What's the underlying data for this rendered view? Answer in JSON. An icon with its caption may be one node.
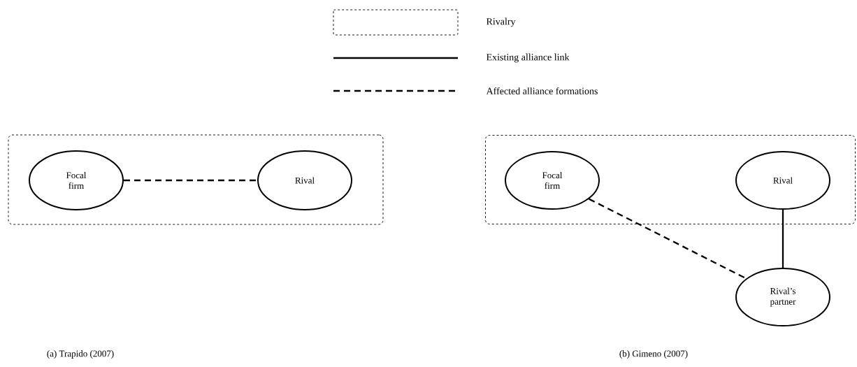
{
  "diagram": {
    "nodes": [
      {
        "text": [],
        "shape": "box"
      },
      {
        "text": [
          "Focal firm"
        ],
        "in": 0
      },
      {
        "text": [
          "Rival"
        ],
        "in": 0
      },
      {
        "text": [],
        "shape": "box"
      },
      {
        "text": [
          "Focal firm"
        ],
        "in": 3
      },
      {
        "text": [
          "Rival"
        ],
        "in": 3
      },
      {
        "text": [
          "Rival’s partner"
        ]
      }
    ],
    "edges": [
      {
        "from": 1,
        "to": 2,
        "arrow": "none",
        "style": "dashed"
      },
      {
        "from": 4,
        "to": 6,
        "arrow": "none",
        "style": "dashed"
      },
      {
        "from": 5,
        "to": 6,
        "arrow": "none"
      }
    ],
    "labels": [
      "(a) Trapido (2007)",
      "(b) Gimeno (2007)"
    ],
    "legend": [
      {
        "text": "Rivalry"
      },
      {
        "text": "Existing alliance link"
      },
      {
        "text": "Affected alliance formations"
      }
    ]
  }
}
